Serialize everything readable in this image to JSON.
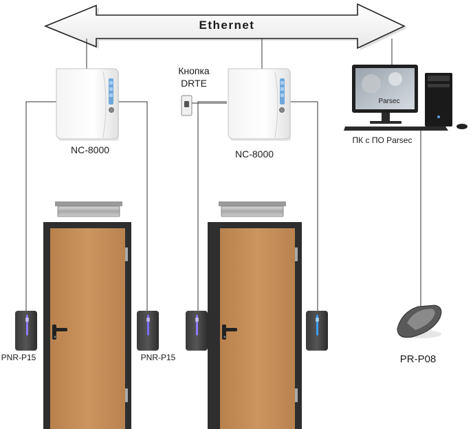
{
  "bus": {
    "label": "Ethernet"
  },
  "button": {
    "label_line1": "Кнопка",
    "label_line2": "DRTE"
  },
  "controllers": [
    {
      "label": "NC-8000"
    },
    {
      "label": "NC-8000"
    }
  ],
  "pc": {
    "label": "ПК с ПО Parsec",
    "screen_text": "Parsec"
  },
  "readers": [
    {
      "label": "PNR-P15"
    },
    {
      "label": "PNR-P15"
    },
    {
      "label": ""
    },
    {
      "label": ""
    }
  ],
  "desktop_reader": {
    "label": "PR-P08"
  },
  "colors": {
    "line": "#333333",
    "door_leaf": "#c8915c",
    "door_frame": "#333333",
    "reader_led": "#7a7aff",
    "reader_led_2": "#3aa0ff"
  }
}
